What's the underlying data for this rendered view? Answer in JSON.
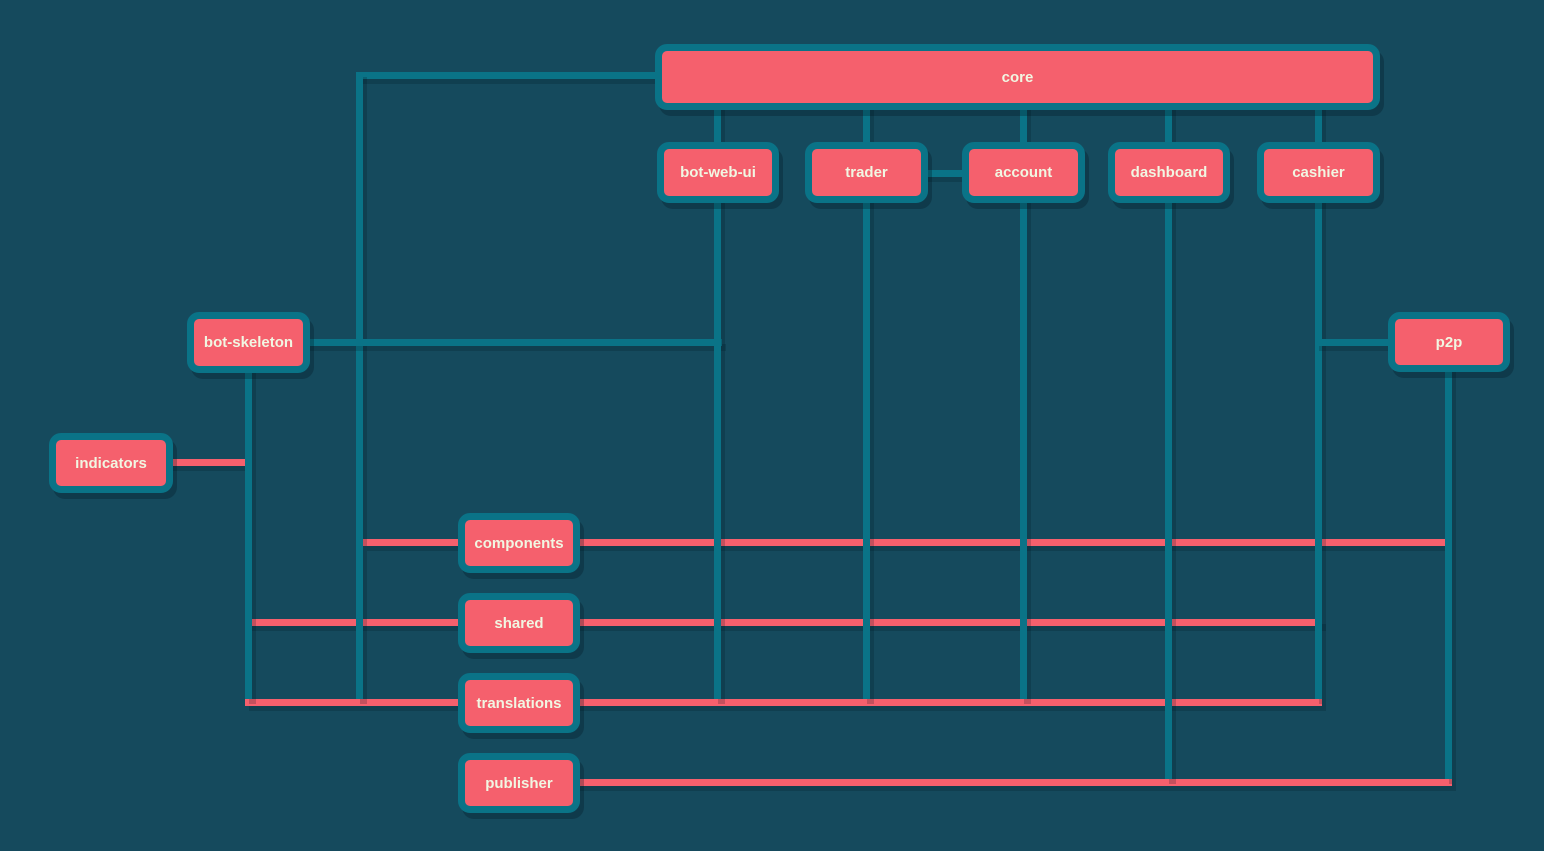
{
  "diagram": {
    "type": "dependency-graph",
    "colors": {
      "background": "#154a5d",
      "node_fill": "#f5606d",
      "node_border": "#0a7387",
      "edge_teal": "#0a7387",
      "edge_pink": "#f5606d",
      "label_text": "#f1f6e2"
    },
    "nodes": {
      "core": {
        "label": "core"
      },
      "bot_web_ui": {
        "label": "bot-web-ui"
      },
      "trader": {
        "label": "trader"
      },
      "account": {
        "label": "account"
      },
      "dashboard": {
        "label": "dashboard"
      },
      "cashier": {
        "label": "cashier"
      },
      "bot_skeleton": {
        "label": "bot-skeleton"
      },
      "p2p": {
        "label": "p2p"
      },
      "indicators": {
        "label": "indicators"
      },
      "components": {
        "label": "components"
      },
      "shared": {
        "label": "shared"
      },
      "translations": {
        "label": "translations"
      },
      "publisher": {
        "label": "publisher"
      }
    },
    "teal_edges": [
      {
        "from": "core",
        "to": "bot-web-ui"
      },
      {
        "from": "core",
        "to": "trader"
      },
      {
        "from": "core",
        "to": "account"
      },
      {
        "from": "core",
        "to": "dashboard"
      },
      {
        "from": "core",
        "to": "cashier"
      },
      {
        "from": "trader",
        "to": "account"
      },
      {
        "from": "bot-skeleton",
        "to": "core"
      },
      {
        "from": "bot-skeleton",
        "to": "bot-web-ui"
      },
      {
        "from": "cashier",
        "to": "p2p"
      }
    ],
    "pink_edges": [
      {
        "from": "indicators",
        "to": [
          "bot-skeleton"
        ]
      },
      {
        "from": "components",
        "to": [
          "core",
          "bot-web-ui",
          "trader",
          "account",
          "dashboard",
          "cashier",
          "p2p"
        ]
      },
      {
        "from": "shared",
        "to": [
          "bot-skeleton",
          "core",
          "bot-web-ui",
          "trader",
          "account",
          "dashboard",
          "cashier"
        ]
      },
      {
        "from": "translations",
        "to": [
          "bot-skeleton",
          "core",
          "bot-web-ui",
          "trader",
          "account",
          "dashboard",
          "cashier"
        ]
      },
      {
        "from": "publisher",
        "to": [
          "dashboard",
          "p2p"
        ]
      }
    ]
  }
}
